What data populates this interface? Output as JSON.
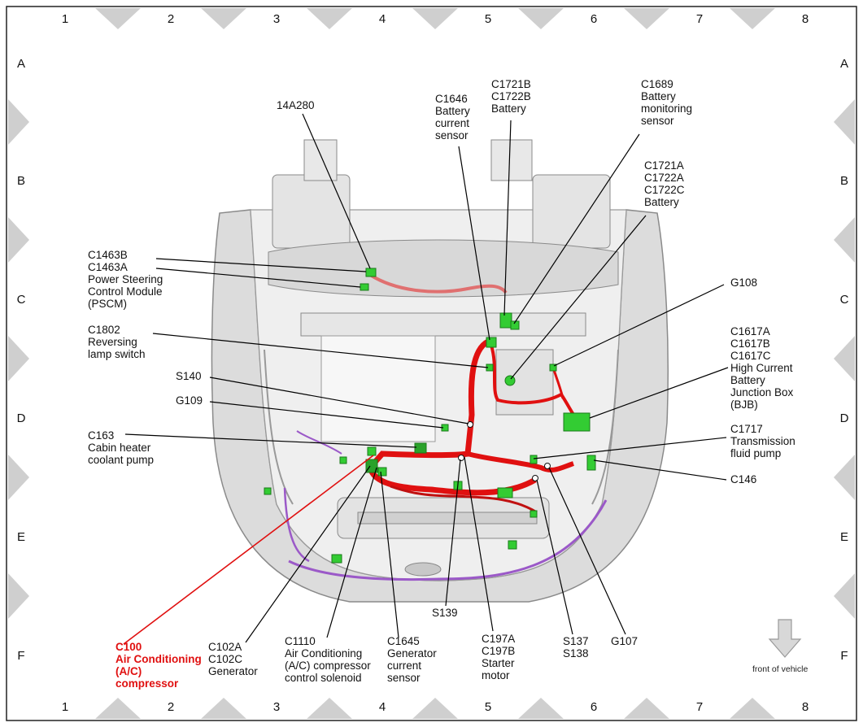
{
  "grid": {
    "columns": [
      "1",
      "2",
      "3",
      "4",
      "5",
      "6",
      "7",
      "8"
    ],
    "rows": [
      "A",
      "B",
      "C",
      "D",
      "E",
      "F"
    ]
  },
  "colors": {
    "harness": "#e01010",
    "harness_secondary": "#e07070",
    "harness_purple": "#9b59c8",
    "connector": "#33cc33",
    "highlight_label": "#e01010",
    "leader": "#000000",
    "body": "#c9c9c9"
  },
  "labels": {
    "c14a280": "14A280",
    "c1646": [
      "C1646",
      "Battery",
      "current",
      "sensor"
    ],
    "c1721b": [
      "C1721B",
      "C1722B",
      "Battery"
    ],
    "c1689": [
      "C1689",
      "Battery",
      "monitoring",
      "sensor"
    ],
    "c1721a": [
      "C1721A",
      "C1722A",
      "C1722C",
      "Battery"
    ],
    "c1463": [
      "C1463B",
      "C1463A",
      "Power Steering",
      "Control Module",
      "(PSCM)"
    ],
    "g108": "G108",
    "c1802": [
      "C1802",
      "Reversing",
      "lamp switch"
    ],
    "c1617": [
      "C1617A",
      "C1617B",
      "C1617C",
      "High Current",
      "Battery",
      "Junction Box",
      "(BJB)"
    ],
    "s140": "S140",
    "g109": "G109",
    "c163": [
      "C163",
      "Cabin heater",
      "coolant pump"
    ],
    "c1717": [
      "C1717",
      "Transmission",
      "fluid pump"
    ],
    "c146": "C146",
    "s139": "S139",
    "c100": [
      "C100",
      "Air Conditioning",
      "(A/C)",
      "compressor"
    ],
    "c102a": [
      "C102A",
      "C102C",
      "Generator"
    ],
    "c1110": [
      "C1110",
      "Air Conditioning",
      "(A/C) compressor",
      "control solenoid"
    ],
    "c1645": [
      "C1645",
      "Generator",
      "current",
      "sensor"
    ],
    "c197a": [
      "C197A",
      "C197B",
      "Starter",
      "motor"
    ],
    "s137": [
      "S137",
      "S138"
    ],
    "g107": "G107"
  },
  "front_of_vehicle": "front of vehicle",
  "front_icon": "down-arrow-icon"
}
